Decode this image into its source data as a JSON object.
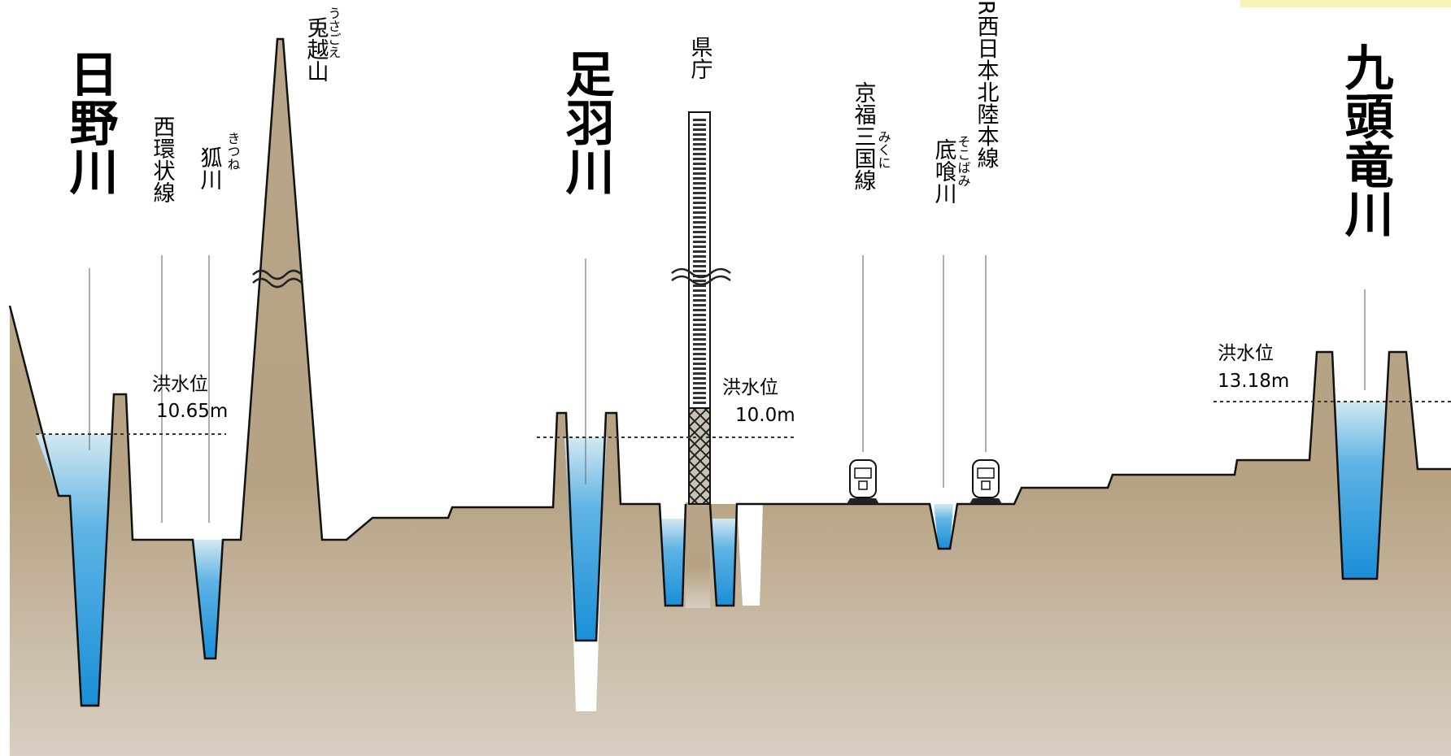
{
  "rivers": {
    "hino": "日野川",
    "asuwa": "足羽川",
    "kuzuryu": "九頭竜川",
    "kitsune": "狐川",
    "kitsune_ruby": "きつね",
    "sokobami": "底喰川",
    "sokobami_ruby": "そこばみ"
  },
  "landmarks": {
    "nishi_kanjo_sen": "西環状線",
    "usagoe_yama": "兎越山",
    "usagoe_ruby": "うさごえ",
    "kencho": "県庁",
    "keifuku_mikuni_sen": "京福三国線",
    "mikuni_ruby": "みくに",
    "jr_hokuriku_line": "JR西日本北陸本線"
  },
  "flood_levels": [
    {
      "river": "日野川",
      "label": "洪水位",
      "value": "10.65m"
    },
    {
      "river": "足羽川",
      "label": "洪水位",
      "value": "10.0m"
    },
    {
      "river": "九頭竜川",
      "label": "洪水位",
      "value": "13.18m"
    }
  ],
  "colors": {
    "ground_top": "#b8a58a",
    "ground_bottom": "#d6cdbf",
    "water_top": "#d3e8f1",
    "water_bottom": "#1a8fd8",
    "accent_tab": "#f7f4b3"
  },
  "icons": [
    "train-icon",
    "train-icon",
    "building-icon"
  ]
}
